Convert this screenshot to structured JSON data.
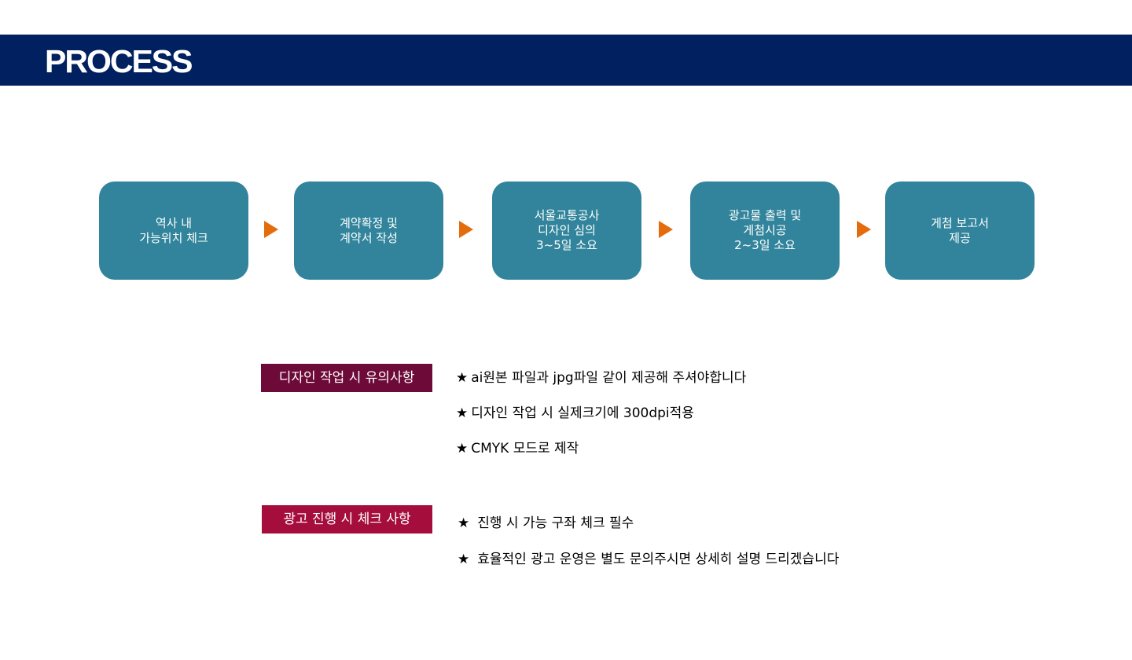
{
  "header": {
    "title": "PROCESS",
    "bar_color": "#00205f"
  },
  "process": {
    "box_color": "#31849b",
    "arrow_color": "#e46c0a",
    "steps": [
      {
        "label": "역사 내\n가능위치 체크"
      },
      {
        "label": "계약확정 및\n계약서 작성"
      },
      {
        "label": "서울교통공사\n디자인 심의\n3~5일 소요"
      },
      {
        "label": "광고물 출력 및\n게첨시공\n2~3일 소요"
      },
      {
        "label": "게첨 보고서\n제공"
      }
    ]
  },
  "design_notes": {
    "label": "디자인 작업 시 유의사항",
    "label_color": "#6d0a38",
    "star": "★",
    "items": [
      "ai원본 파일과 jpg파일 같이 제공해 주셔야합니다",
      "디자인 작업 시 실제크기에 300dpi적용",
      "CMYK 모드로 제작"
    ]
  },
  "ad_notes": {
    "label": "광고 진행 시 체크 사항",
    "label_color": "#a50d3d",
    "star": "★",
    "items": [
      "진행 시 가능 구좌 체크 필수",
      "효율적인 광고 운영은 별도 문의주시면 상세히 설명 드리겠습니다"
    ]
  }
}
